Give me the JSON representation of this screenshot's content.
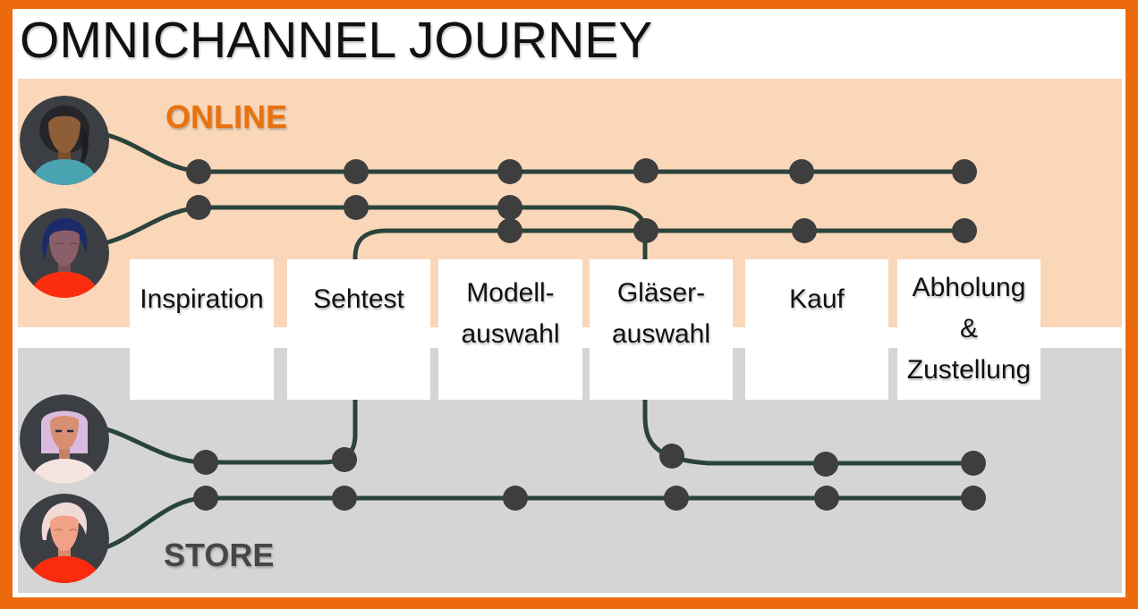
{
  "title": "OMNICHANNEL JOURNEY",
  "bands": {
    "online": {
      "label": "ONLINE"
    },
    "store": {
      "label": "STORE"
    }
  },
  "stages": [
    {
      "label": "Inspiration",
      "lines": [
        "Inspiration"
      ]
    },
    {
      "label": "Sehtest",
      "lines": [
        "Sehtest"
      ]
    },
    {
      "label": "Modellauswahl",
      "lines": [
        "Modell-",
        "auswahl"
      ]
    },
    {
      "label": "Gläserauswahl",
      "lines": [
        "Gläser-",
        "auswahl"
      ]
    },
    {
      "label": "Kauf",
      "lines": [
        "Kauf"
      ]
    },
    {
      "label": "Abholung & Zustellung",
      "lines": [
        "Abholung",
        "&",
        "Zustellung"
      ]
    }
  ],
  "personas": [
    {
      "id": "online-customer-1",
      "avatar": "woman-dark-hair-teal-top",
      "start_band": "online"
    },
    {
      "id": "online-customer-2",
      "avatar": "man-navy-hair-red-top",
      "start_band": "online"
    },
    {
      "id": "store-customer-1",
      "avatar": "woman-lavender-bob-cream-top",
      "start_band": "store"
    },
    {
      "id": "store-customer-2",
      "avatar": "man-blond-hair-red-top",
      "start_band": "store"
    }
  ],
  "journeys": [
    {
      "persona": "online-customer-1",
      "channels": [
        "online",
        "online",
        "online",
        "online",
        "online",
        "online"
      ]
    },
    {
      "persona": "online-customer-2",
      "channels": [
        "online",
        "online",
        "online",
        "store",
        "store",
        "store"
      ]
    },
    {
      "persona": "store-customer-1",
      "channels": [
        "store",
        "store",
        "online",
        "online",
        "online",
        "online"
      ]
    },
    {
      "persona": "store-customer-2",
      "channels": [
        "store",
        "store",
        "store",
        "store",
        "store",
        "store"
      ]
    }
  ],
  "colors": {
    "frame_orange": "#EC6A0B",
    "online_band": "#FAD7B9",
    "store_band": "#D5D5D5",
    "online_label": "#E8720E",
    "store_label": "#47474A",
    "journey_line": "#2A443C",
    "touchpoint_dot": "#3E3E3E"
  }
}
